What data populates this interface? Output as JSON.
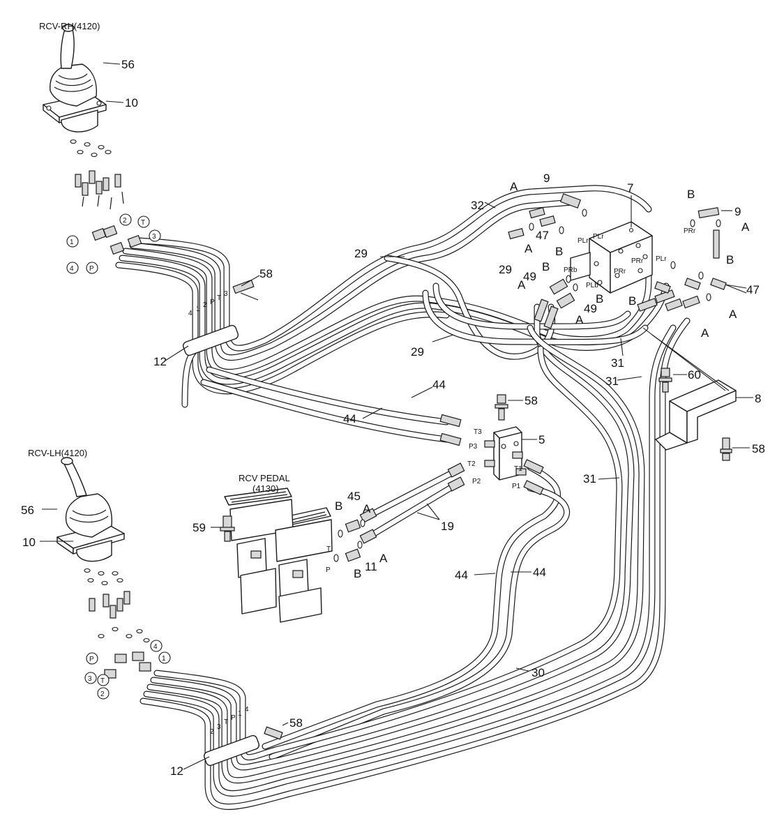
{
  "titles": {
    "rcv_rh": "RCV-RH(4120)",
    "rcv_lh": "RCV-LH(4120)",
    "rcv_pedal_line1": "RCV PEDAL",
    "rcv_pedal_line2": "(4130)"
  },
  "callouts": {
    "n56_top": "56",
    "n10_top": "10",
    "n58_top": "58",
    "n12_top": "12",
    "n56_bot": "56",
    "n10_bot": "10",
    "n12_bot": "12",
    "n58_bot": "58",
    "n59": "59",
    "n45": "45",
    "n11": "11",
    "n19": "19",
    "n44_a": "44",
    "n44_b": "44",
    "n44_c": "44",
    "n44_d": "44",
    "n5": "5",
    "n58_mid": "58",
    "n60": "60",
    "n8": "8",
    "n58_right": "58",
    "n30": "30",
    "n31_a": "31",
    "n31_b": "31",
    "n31_c": "31",
    "n29_a": "29",
    "n29_b": "29",
    "n29_c": "29",
    "n32": "32",
    "n9_a": "9",
    "n9_b": "9",
    "n7": "7",
    "n47_a": "47",
    "n47_b": "47",
    "n49_a": "49",
    "n49_b": "49"
  },
  "letters": {
    "A1": "A",
    "A2": "A",
    "A3": "A",
    "A4": "A",
    "A5": "A",
    "A6": "A",
    "A7": "A",
    "A8": "A",
    "B1": "B",
    "B2": "B",
    "B3": "B",
    "B4": "B",
    "B5": "B",
    "B6": "B",
    "B7": "B"
  },
  "port_labels": {
    "PLr": "PLr",
    "PLr2": "PLr",
    "PLr3": "PLr",
    "PRr": "PRr",
    "PRr2": "PRr",
    "PRr3": "PRr",
    "PRb": "PRb",
    "PLb": "PLb",
    "T3": "T3",
    "P3": "P3",
    "T2": "T2",
    "P2": "P2",
    "T1": "T1",
    "P1": "P1",
    "T": "T",
    "P": "P"
  },
  "port_circles_top": [
    "1",
    "2",
    "T",
    "3",
    "4",
    "P"
  ],
  "port_circles_bot": [
    "P",
    "3",
    "T",
    "2",
    "4",
    "1"
  ],
  "hose_marks_top": [
    "4",
    "1",
    "2",
    "P",
    "T",
    "3"
  ],
  "hose_marks_bot": [
    "2",
    "3",
    "T",
    "P",
    "1",
    "4"
  ]
}
